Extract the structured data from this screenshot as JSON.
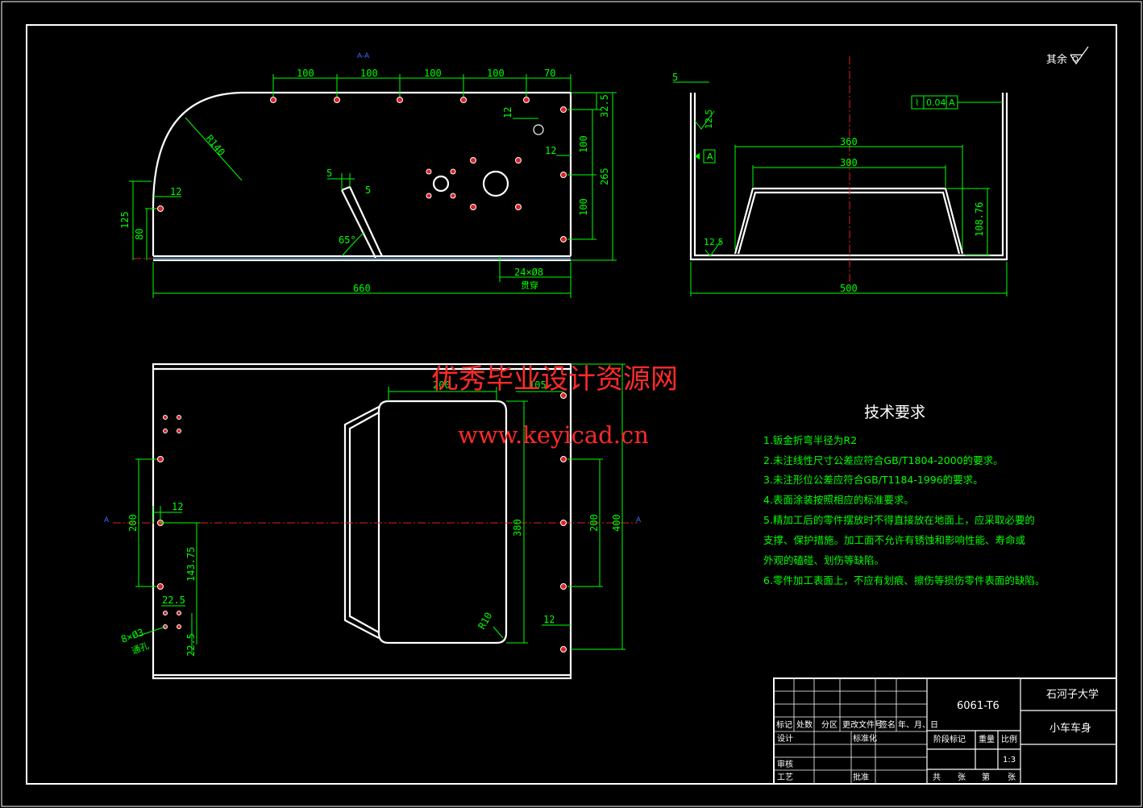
{
  "colors": {
    "background": "#000000",
    "outline": "#ffffff",
    "dimension": "#00ff00",
    "centerline": "#e02020",
    "watermark": "#ff2a2a"
  },
  "roughness": "其余",
  "front_view": {
    "label_a": "A-A",
    "hole_spacing": [
      "100",
      "100",
      "100",
      "100",
      "70"
    ],
    "dim_32_5": "32.5",
    "dim_12_top": "12",
    "dim_12_mid": "12",
    "dim_100_a": "100",
    "dim_100_b": "100",
    "dim_265": "265",
    "radius": "R140",
    "dim_125": "125",
    "dim_80": "80",
    "dim_12_left": "12",
    "dim_5_a": "5",
    "dim_5_b": "5",
    "angle": "65°",
    "holes": "24×Ø8",
    "holes_note": "贯穿",
    "length": "660"
  },
  "side_view": {
    "dim_5": "5",
    "rough_a": "12.5",
    "rough_b": "12.5",
    "datum": "A",
    "tolerance": [
      "⌇",
      "0.04",
      "A"
    ],
    "dim_360": "360",
    "dim_300": "300",
    "dim_108": "108.76",
    "width": "500"
  },
  "plan_view": {
    "dim_200_top": "200",
    "dim_105": "105",
    "label_a_left": "A",
    "label_a_right": "A",
    "dim_200_left": "200",
    "dim_12_left": "12",
    "dim_143": "143.75",
    "dim_22_5_a": "22.5",
    "dim_22_5_b": "22.5",
    "holes": "8×Ø3",
    "holes_note": "通孔",
    "dim_380": "380",
    "dim_200_right": "200",
    "dim_400": "400",
    "dim_12_right": "12",
    "radius": "R10"
  },
  "watermark": {
    "line1": "优秀毕业设计资源网",
    "line2": "www.keyicad.cn"
  },
  "tech": {
    "title": "技术要求",
    "items": [
      "1.钣金折弯半径为R2",
      "2.未注线性尺寸公差应符合GB/T1804-2000的要求。",
      "3.未注形位公差应符合GB/T1184-1996的要求。",
      "4.表面涂装按照相应的标准要求。",
      "5.精加工后的零件摆放时不得直接放在地面上，应采取必要的",
      "  支撑、保护措施。加工面不允许有锈蚀和影响性能、寿命或",
      "  外观的磕碰、划伤等缺陷。",
      "6.零件加工表面上，不应有划痕、擦伤等损伤零件表面的缺陷。"
    ]
  },
  "title_block": {
    "material": "6061-T6",
    "school": "石河子大学",
    "part_name": "小车车身",
    "headers": [
      "标记",
      "处数",
      "分区",
      "更改文件号",
      "签名",
      "年、月、日"
    ],
    "design": "设计",
    "standardize": "标准化",
    "review": "审核",
    "process": "工艺",
    "approve": "批准",
    "stage": "阶段标记",
    "weight": "重量",
    "scale_label": "比例",
    "scale": "1:3",
    "sheets": [
      "共",
      "张",
      "第",
      "张"
    ]
  }
}
